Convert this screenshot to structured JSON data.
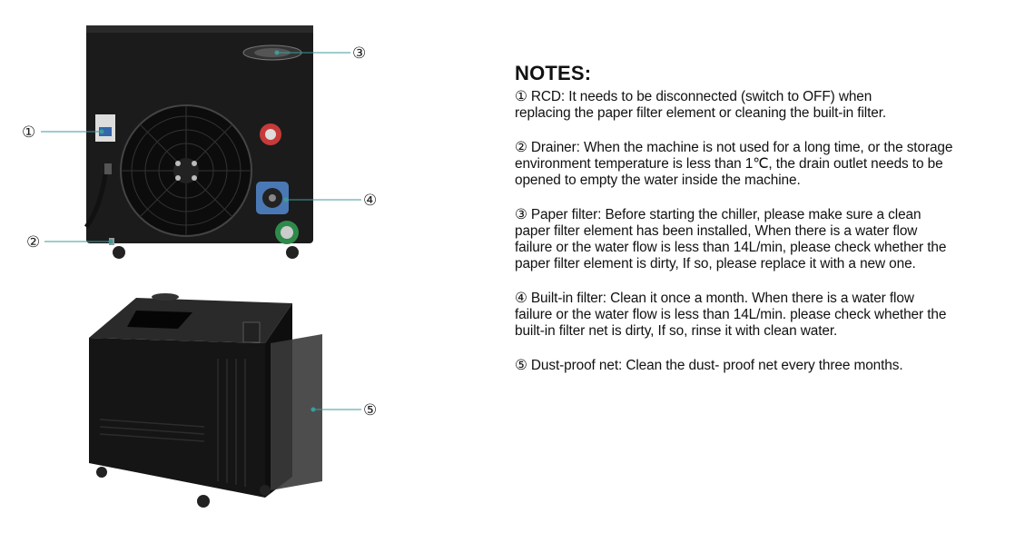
{
  "callouts": [
    "①",
    "②",
    "③",
    "④",
    "⑤"
  ],
  "notes": {
    "title": "NOTES:",
    "items": [
      {
        "lines": [
          "① RCD: It needs to be disconnected (switch to OFF) when",
          "replacing the paper filter element or cleaning the built-in filter."
        ]
      },
      {
        "lines": [
          "② Drainer: When the machine is not used for a long time, or the storage",
          "environment temperature is less than 1℃, the drain outlet needs to be",
          "opened to empty the water inside the machine."
        ]
      },
      {
        "lines": [
          "③ Paper filter: Before starting the chiller, please make sure a clean",
          "paper filter element has been installed, When there is a water flow",
          "failure or the water flow is less than 14L/min, please check whether the",
          "paper filter element is dirty, If so, please replace it with a new one."
        ]
      },
      {
        "lines": [
          "④ Built-in filter: Clean it once a month. When there is a water flow",
          "failure or the water flow is less than 14L/min. please check whether the",
          "built-in filter net is dirty, If so, rinse it with clean water."
        ]
      },
      {
        "lines": [
          "⑤ Dust-proof net: Clean the dust- proof net every three months."
        ]
      }
    ]
  },
  "colors": {
    "leader": "#3d9b9b",
    "body": "#1a1a1a"
  }
}
